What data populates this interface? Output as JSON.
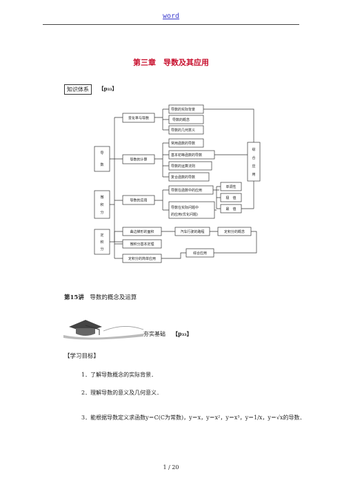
{
  "header": {
    "label": "word"
  },
  "title": "第三章　导数及其应用",
  "knowledge": {
    "label": "知识体系",
    "ref": "【p₃₃】"
  },
  "diagram": {
    "daoshu": [
      "导",
      "数"
    ],
    "weijifen": [
      "微",
      "积",
      "分"
    ],
    "dingjifen": [
      "定",
      "积",
      "分"
    ],
    "rate": "变化率与导数",
    "calc": "导数的计算",
    "apply": "导数的应用",
    "bg": "导数的实际背景",
    "concept": "导数的概念",
    "geo": "导数的几何意义",
    "common": "常用函数的导数",
    "basic": "基本初等函数的导数",
    "rules": "导数的运算法则",
    "composite": "复合函数的导数",
    "fnapply": "导数在函数中的应用",
    "real1": "导数在实际问题中",
    "real2": "的应用(优化问题)",
    "mono": "单调性",
    "ext": "极　值",
    "max": "最　值",
    "curve": "曲边梯形的面积",
    "car": "汽车行驶的路程",
    "defconcept": "定积分的概念",
    "theorem": "微积分基本定理",
    "simple": "定积分的简单应用",
    "combo": "综合应用",
    "combo_side": [
      "综",
      "合",
      "应",
      "用"
    ]
  },
  "lesson": {
    "num": "第15讲",
    "title": "导数的概念及运算"
  },
  "foundation": {
    "label": "夯实基础",
    "ref": "【p₃₃】"
  },
  "goals": {
    "heading": "【学习目标】",
    "items": [
      "1．了解导数概念的实际背景．",
      "2．理解导数的意义及几何意义．",
      "3．能根据导数定义求函数y＝C(C为常数)，y＝x，y＝x²，y＝x³，y＝1/x，y＝√x的导数．"
    ]
  },
  "page": "1 / 20"
}
